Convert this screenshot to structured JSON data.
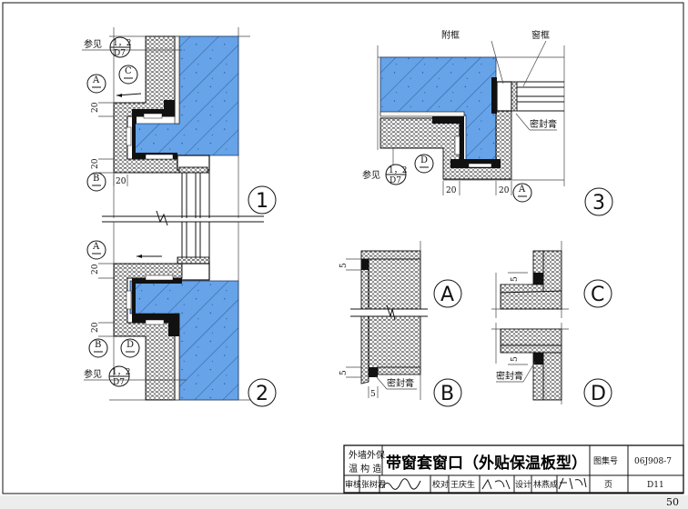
{
  "drawing": {
    "section_1_number": "1",
    "section_2_number": "2",
    "section_3_number": "3",
    "see_label": "参见",
    "see_ref_top": "1，2",
    "see_ref_bottom": "D7",
    "dim_20": "20",
    "dim_5": "5",
    "label_sub_frame": "附框",
    "label_window_frame": "窗框",
    "label_sealant": "密封膏",
    "detail_A": "A",
    "detail_B": "B",
    "detail_C": "C",
    "detail_D": "D",
    "bubble_dash": "—"
  },
  "colors": {
    "concrete": "#66a3e8",
    "line": "#111111"
  },
  "title_block": {
    "category": "外墙外保温构造",
    "category_line1": "外墙外保",
    "category_line2": "温 构 造",
    "title": "带窗套窗口（外贴保温板型）",
    "atlas_label": "图集号",
    "atlas_number": "06J908-7",
    "review_label": "审核",
    "reviewer": "张树君",
    "check_label": "校对",
    "checker": "王庆生",
    "design_label": "设计",
    "designer": "林燕成",
    "page_label": "页",
    "page_code": "D11"
  },
  "page_number": "50"
}
